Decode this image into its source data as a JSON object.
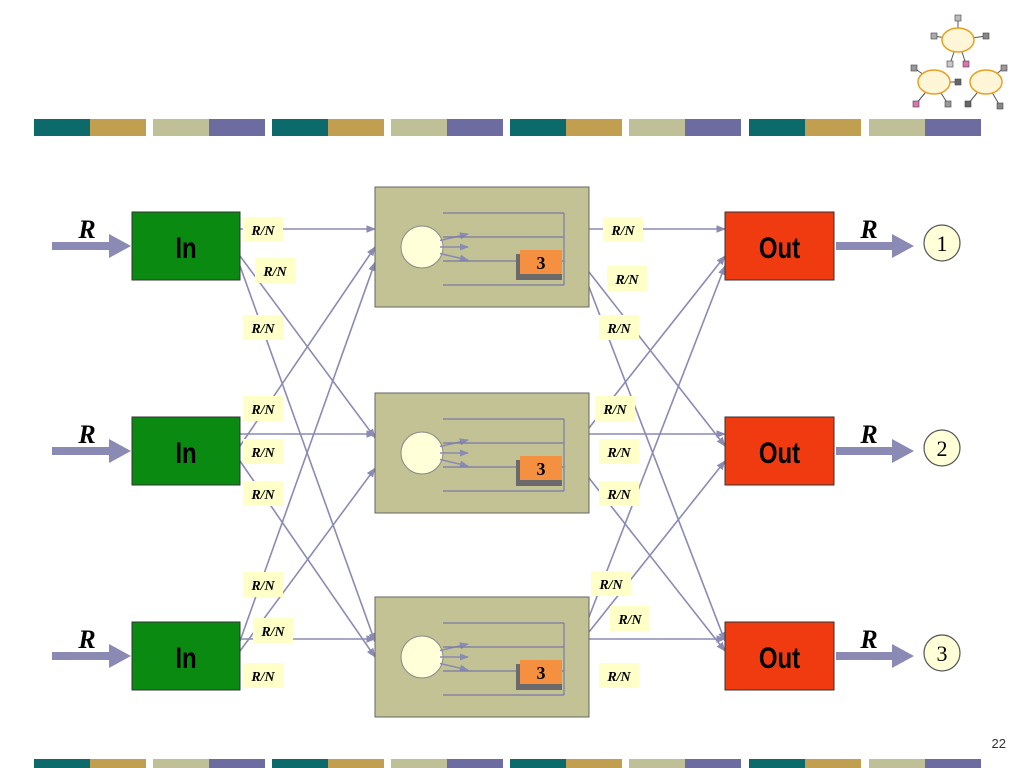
{
  "colors": {
    "in_box": "#0b8a12",
    "out_box": "#f03a10",
    "middle_box": "#c2c294",
    "arrow": "#8a8ab4",
    "label_bg": "#ffffc8",
    "queue_box": "#f59040",
    "circle_fill": "#ffffd8",
    "stripe": [
      "#0c6a6a",
      "#c0a050",
      "#bfbf98",
      "#6c6ca0"
    ]
  },
  "labels": {
    "rate": "R",
    "rate_per_n": "R/N",
    "in": "In",
    "out": "Out",
    "queue": "3"
  },
  "outputs": [
    "1",
    "2",
    "3"
  ],
  "page_number": "22",
  "logo": {
    "icon": "network-clouds-icon"
  }
}
